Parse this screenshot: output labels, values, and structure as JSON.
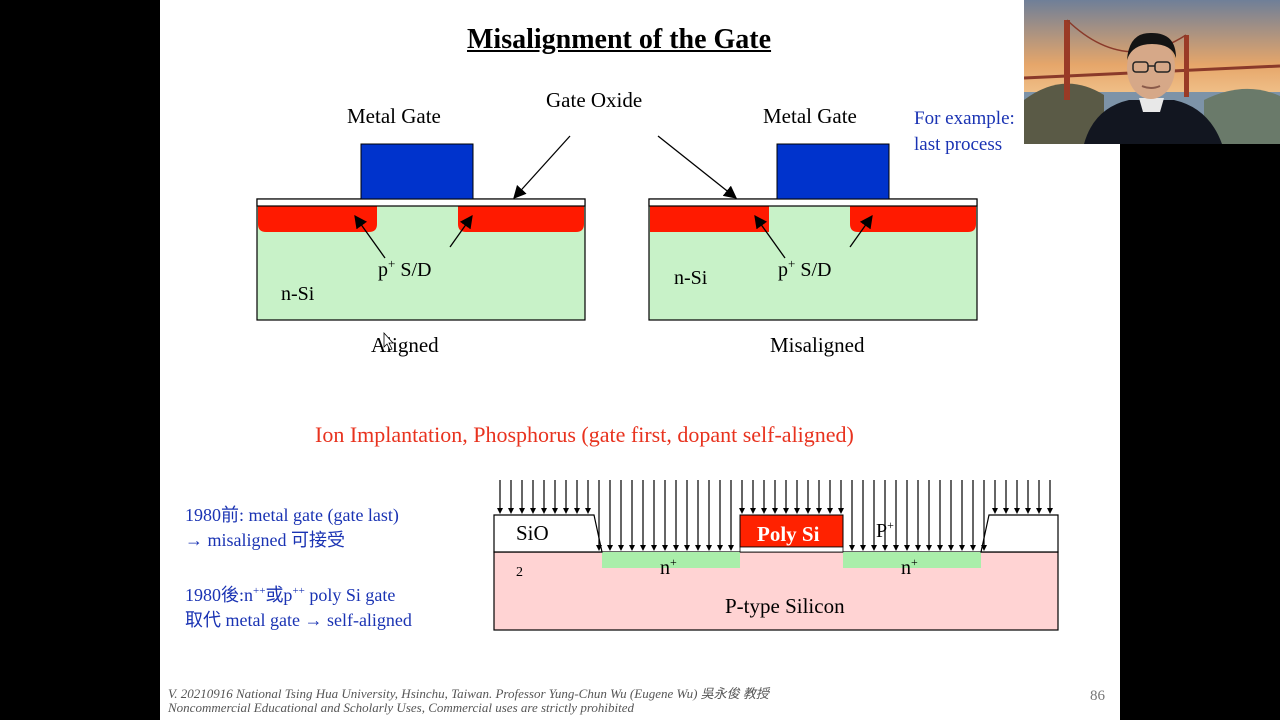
{
  "slide": {
    "title": "Misalignment of the Gate",
    "aligned_diagram": {
      "metal_gate_label": "Metal Gate",
      "substrate_label": "n-Si",
      "sd_label_main": "p",
      "sd_label_sup": "+",
      "sd_label_rest": " S/D",
      "caption": "Aligned"
    },
    "misaligned_diagram": {
      "metal_gate_label": "Metal Gate",
      "substrate_label": "n-Si",
      "sd_label_main": "p",
      "sd_label_sup": "+",
      "sd_label_rest": " S/D",
      "caption": "Misaligned"
    },
    "gate_oxide_label": "Gate Oxide",
    "example_note_line1": "For example:",
    "example_note_line2": "last process",
    "ion_heading": "Ion Implantation, Phosphorus (gate first, dopant self-aligned)",
    "history": {
      "line1": "1980前: metal gate (gate last)",
      "line2": "→ misaligned 可接受",
      "line3_a": "1980後:n",
      "line3_sup1": "++",
      "line3_b": "或p",
      "line3_sup2": "++",
      "line3_c": " poly Si gate",
      "line4": "取代 metal gate → self-aligned"
    },
    "implant_diagram": {
      "oxide_label": "SiO",
      "oxide_sub": "2",
      "poly_label": "Poly Si",
      "p_plus_label": "P",
      "p_plus_sup": "+",
      "n_plus_left": "n",
      "n_plus_right": "n",
      "n_plus_sup": "+",
      "substrate_label": "P-type Silicon"
    },
    "footer_line1": "V. 20210916 National Tsing Hua University, Hsinchu, Taiwan. Professor Yung-Chun Wu (Eugene Wu) 吳永俊 教授",
    "footer_line2": "Noncommercial Educational and Scholarly Uses, Commercial uses are strictly prohibited",
    "page_number": "86"
  },
  "colors": {
    "silicon_green": "#c8f2c8",
    "sd_red": "#ff1a00",
    "gate_blue": "#0033cc",
    "text_blue": "#1a33b3",
    "heading_red": "#e8321e",
    "p_substrate_pink": "#ffd3d3",
    "n_plus_green": "#aaeeaa",
    "poly_red": "#ff2200"
  }
}
